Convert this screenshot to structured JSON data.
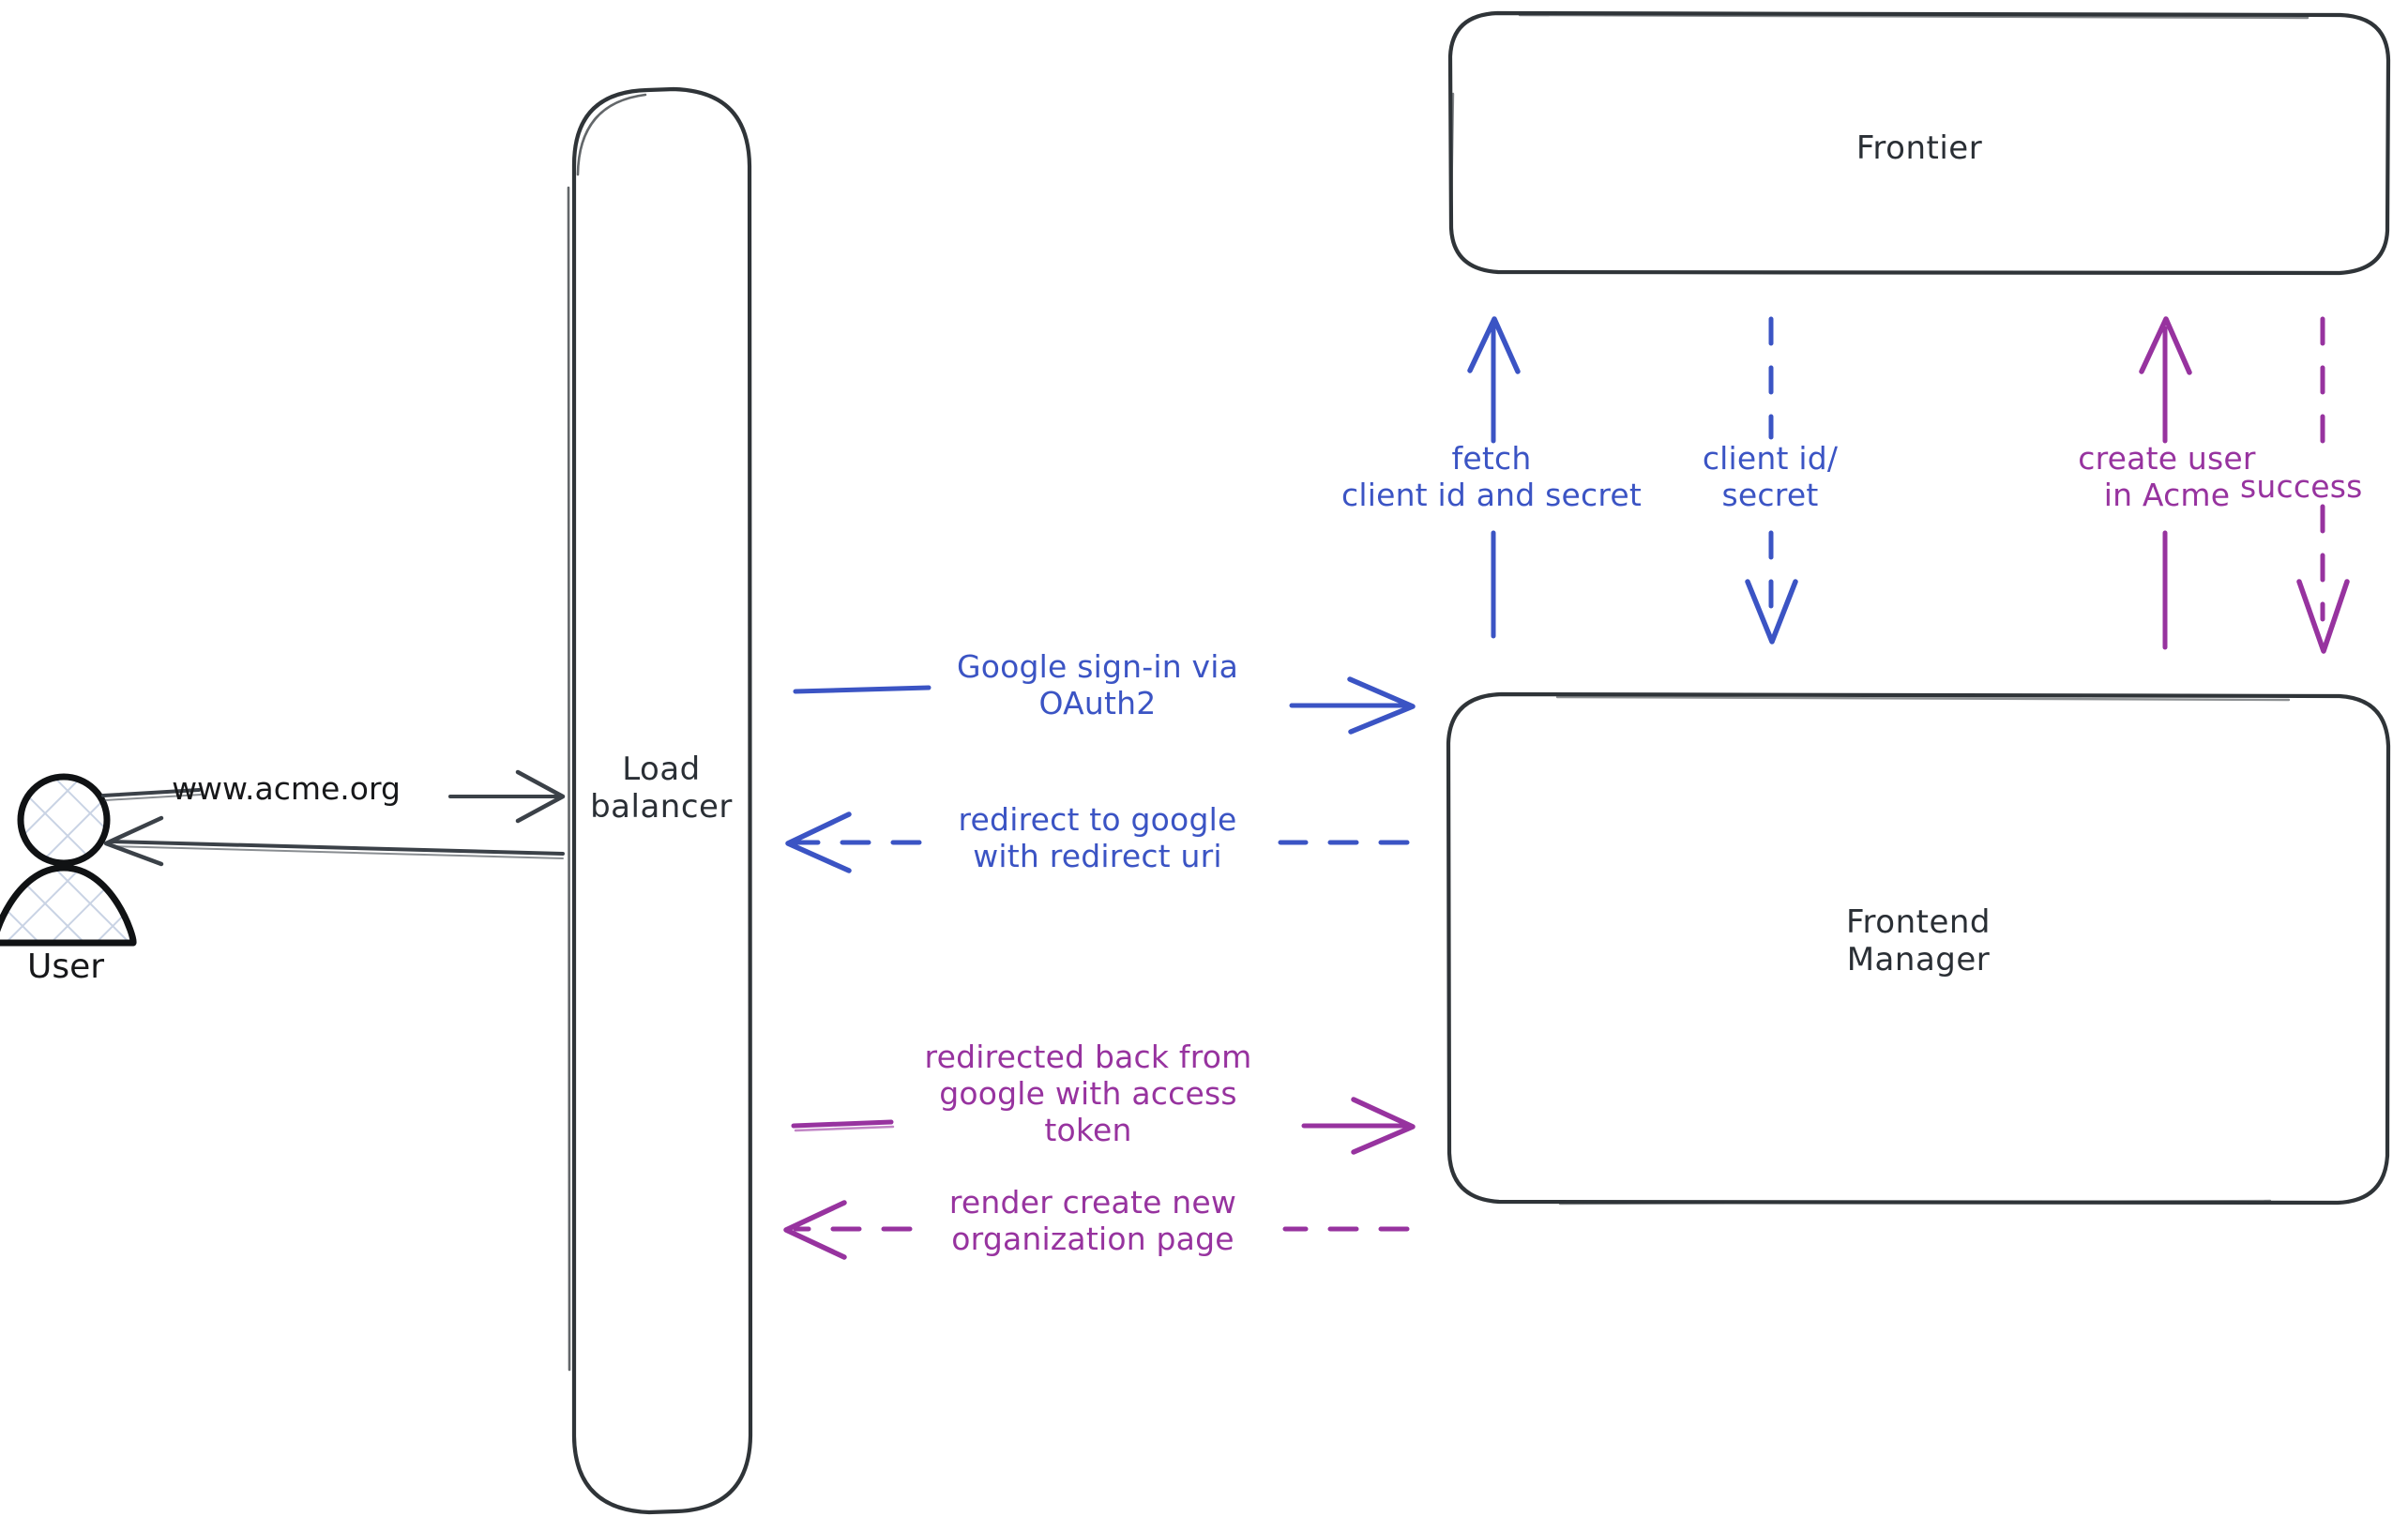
{
  "diagram": {
    "title": "Google OAuth2 sign-in sequence",
    "background": "#ffffff",
    "colors": {
      "node_stroke": "#2f3438",
      "actor_stroke": "#101214",
      "actor_fill_hatch": "#c9d3e4",
      "blue": "#3b54c4",
      "purple": "#97339f",
      "gray_arrow": "#3b4148"
    },
    "nodes": [
      {
        "id": "user",
        "name": "User",
        "label": "User",
        "kind": "actor"
      },
      {
        "id": "loadbalancer",
        "name": "Load balancer",
        "label": "Load\nbalancer",
        "kind": "box"
      },
      {
        "id": "frontier",
        "name": "Frontier",
        "label": "Frontier",
        "kind": "box"
      },
      {
        "id": "frontend",
        "name": "Frontend Manager",
        "label": "Frontend\nManager",
        "kind": "box"
      }
    ],
    "edges": [
      {
        "id": "e1",
        "from": "user",
        "to": "loadbalancer",
        "label": "www.acme.org",
        "style": "solid",
        "color": "#3b4148",
        "direction": "right"
      },
      {
        "id": "e2",
        "from": "loadbalancer",
        "to": "user",
        "label": "",
        "style": "solid",
        "color": "#3b4148",
        "direction": "left"
      },
      {
        "id": "e3",
        "from": "loadbalancer",
        "to": "frontend",
        "label": "Google sign-in via\nOAuth2",
        "style": "solid",
        "color": "#3b54c4",
        "direction": "right"
      },
      {
        "id": "e4",
        "from": "frontend",
        "to": "loadbalancer",
        "label": "redirect to google\nwith redirect uri",
        "style": "dashed",
        "color": "#3b54c4",
        "direction": "left"
      },
      {
        "id": "e5",
        "from": "loadbalancer",
        "to": "frontend",
        "label": "redirected back from\ngoogle with access\ntoken",
        "style": "solid",
        "color": "#97339f",
        "direction": "right"
      },
      {
        "id": "e6",
        "from": "frontend",
        "to": "loadbalancer",
        "label": "render create new\norganization page",
        "style": "dashed",
        "color": "#97339f",
        "direction": "left"
      },
      {
        "id": "e7",
        "from": "frontend",
        "to": "frontier",
        "label": "fetch\nclient id and secret",
        "style": "solid",
        "color": "#3b54c4",
        "direction": "up"
      },
      {
        "id": "e8",
        "from": "frontier",
        "to": "frontend",
        "label": "client id/\nsecret",
        "style": "dashed",
        "color": "#3b54c4",
        "direction": "down"
      },
      {
        "id": "e9",
        "from": "frontend",
        "to": "frontier",
        "label": "create user\nin Acme",
        "style": "solid",
        "color": "#97339f",
        "direction": "up"
      },
      {
        "id": "e10",
        "from": "frontier",
        "to": "frontend",
        "label": "success",
        "style": "dashed",
        "color": "#97339f",
        "direction": "down"
      }
    ]
  }
}
